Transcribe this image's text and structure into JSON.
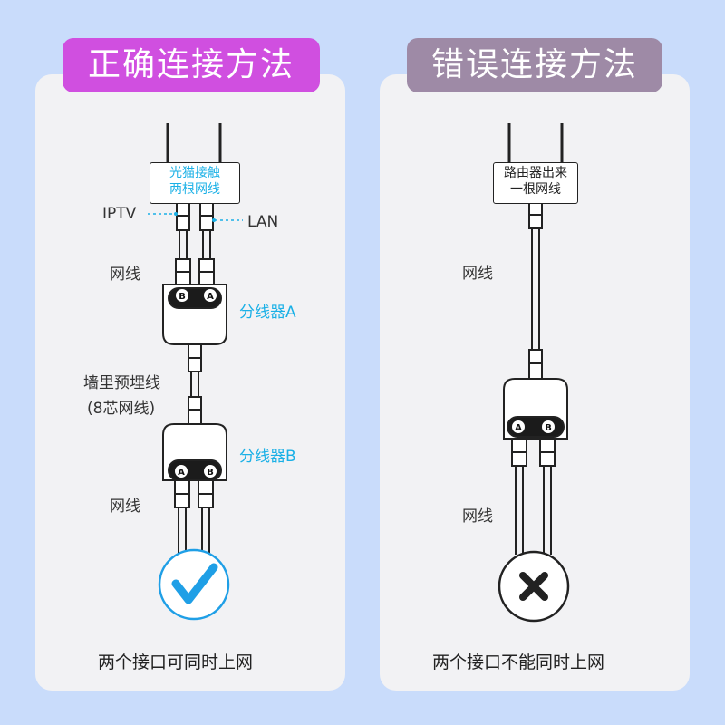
{
  "left": {
    "title": "正确连接方法",
    "box_lines": [
      "光猫接触",
      "两根网线"
    ],
    "iptv_label": "IPTV",
    "lan_label": "LAN",
    "cable_label_top": "网线",
    "splitter_a_label": "分线器A",
    "wall_line_label": "墙里预埋线",
    "wall_line_note": "(8芯网线)",
    "splitter_b_label": "分线器B",
    "cable_label_bottom": "网线",
    "caption": "两个接口可同时上网",
    "port_a": "A",
    "port_b": "B",
    "status_icon": "checkmark-icon"
  },
  "right": {
    "title": "错误连接方法",
    "box_lines": [
      "路由器出来",
      "一根网线"
    ],
    "cable_label_top": "网线",
    "cable_label_bottom": "网线",
    "caption": "两个接口不能同时上网",
    "port_a": "A",
    "port_b": "B",
    "status_icon": "cross-icon"
  },
  "colors": {
    "background": "#c9dcfb",
    "left_banner": "#d04fe0",
    "right_banner": "#9e8aa6",
    "accent_blue": "#1ab0e6",
    "check_blue": "#1f9fe6"
  }
}
